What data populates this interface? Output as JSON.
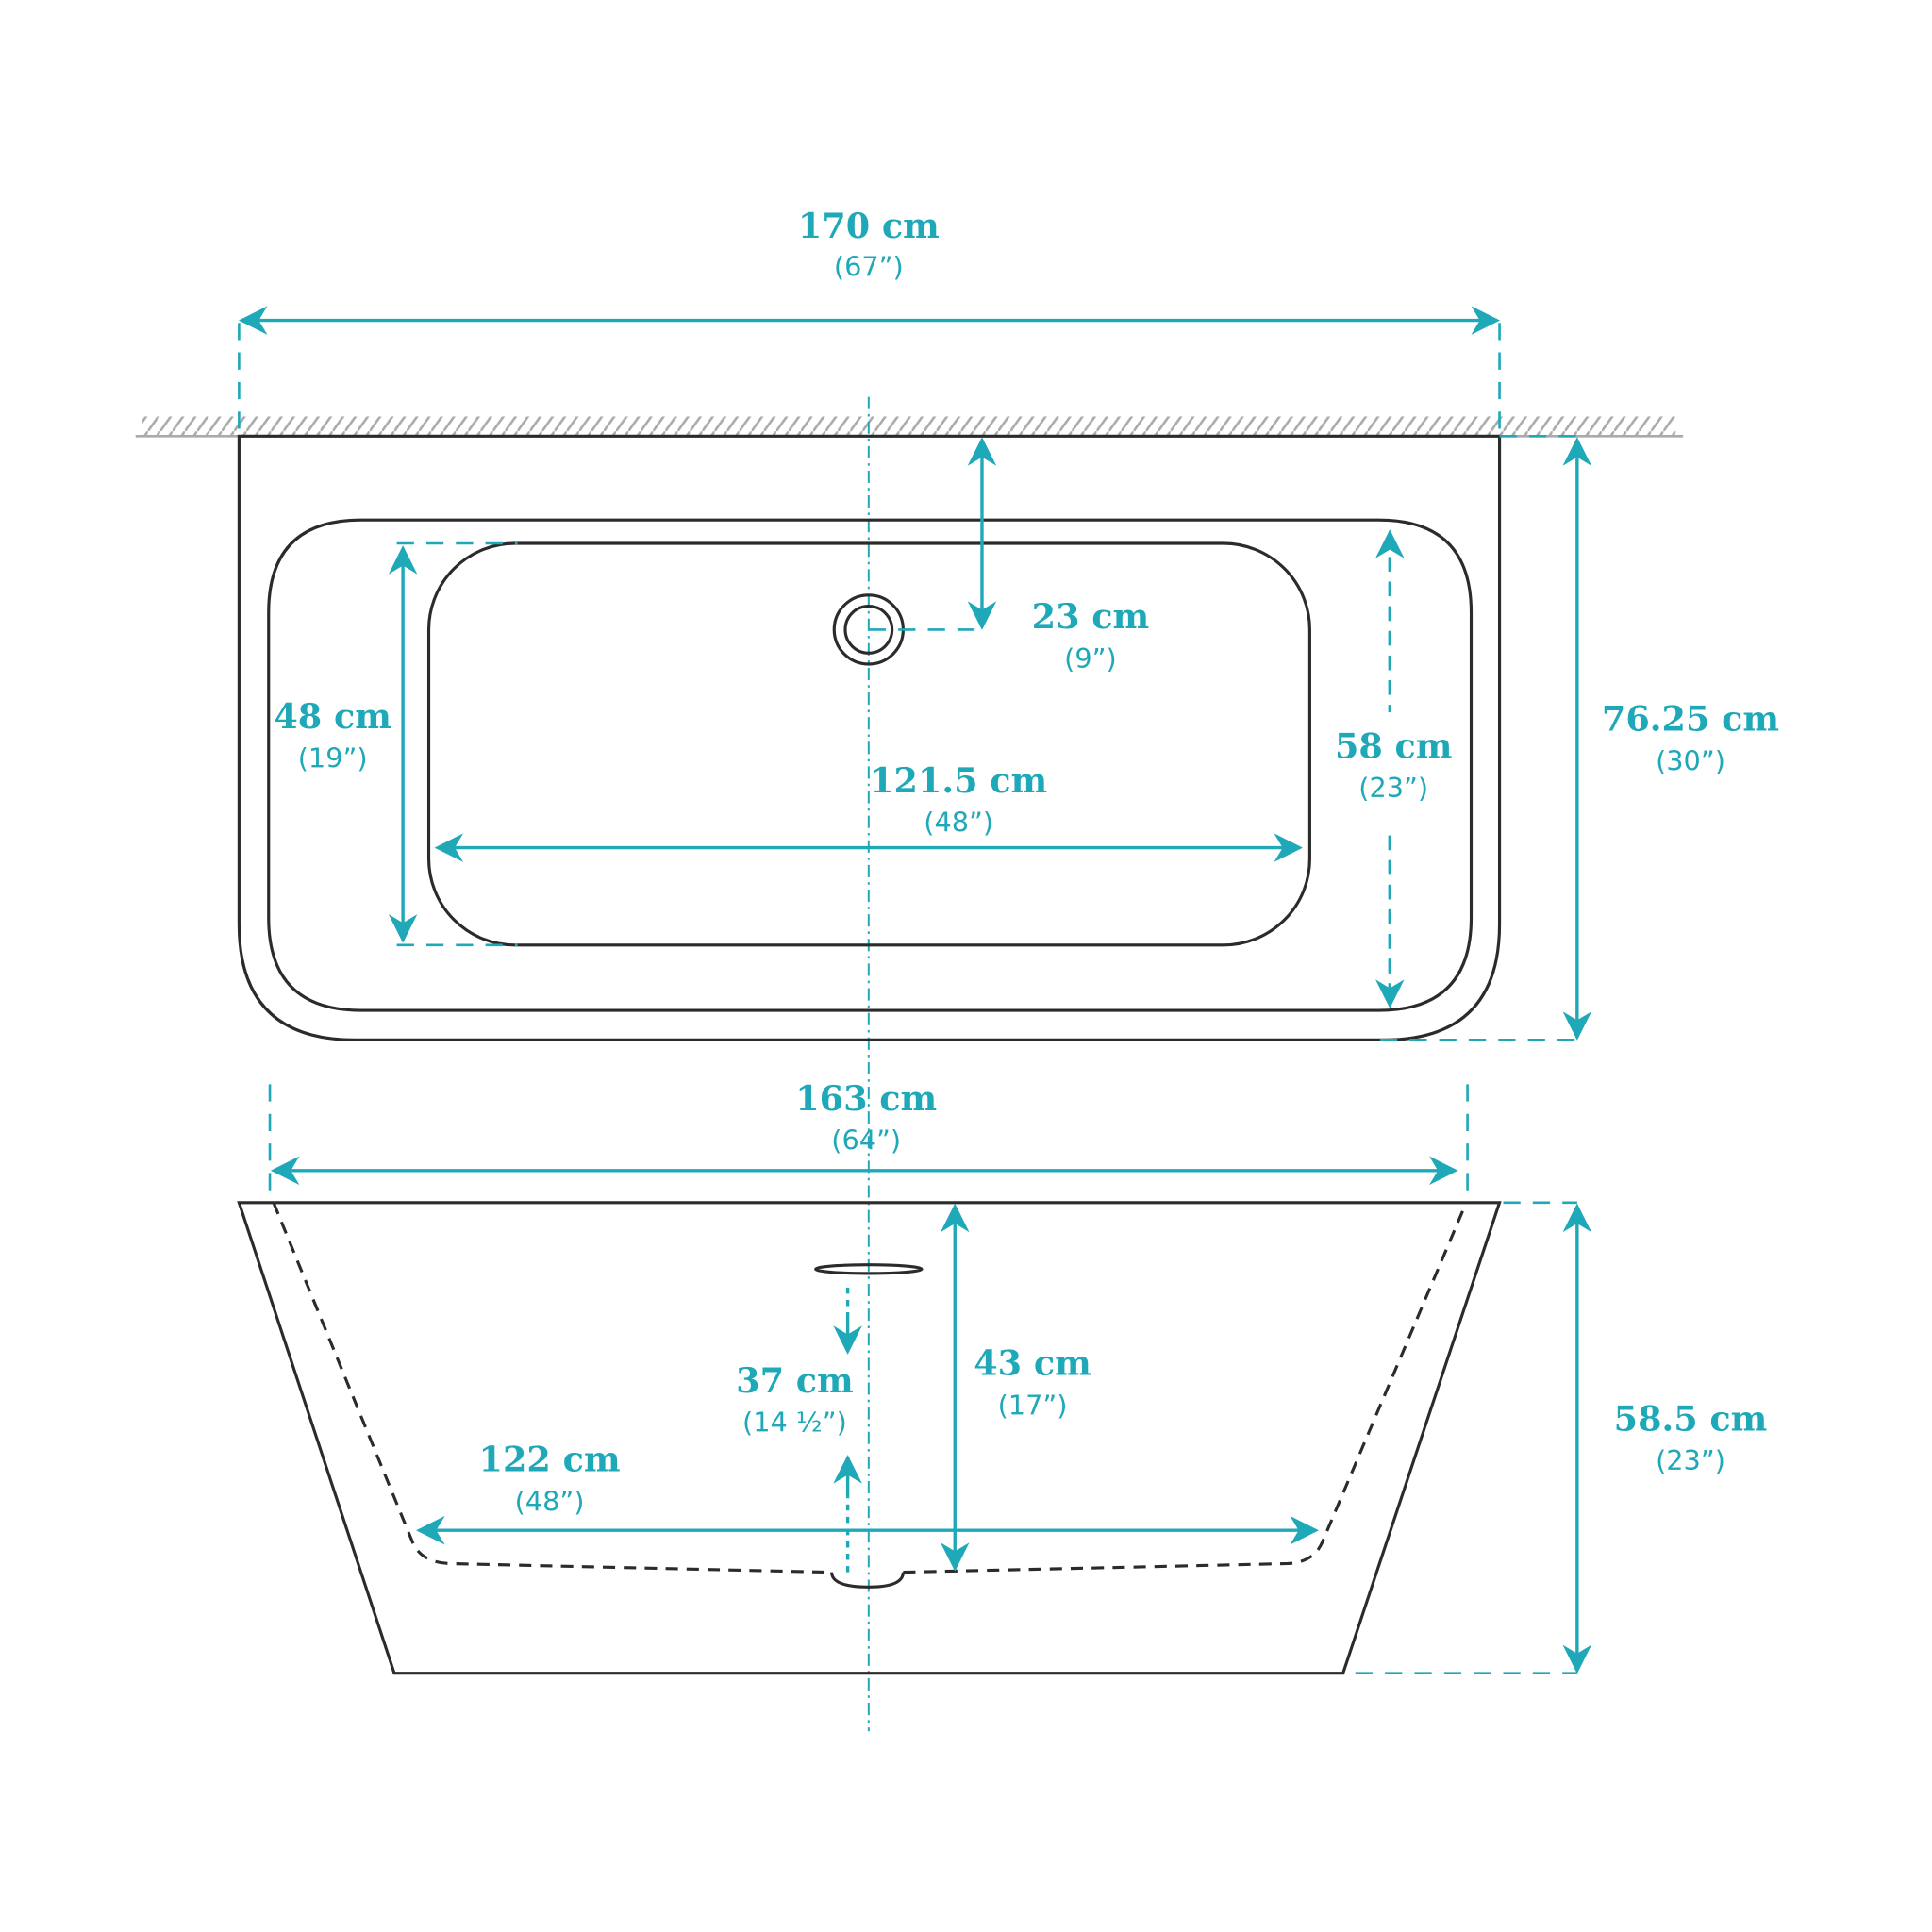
{
  "accent_color": "#1fa8b8",
  "outline_color": "#2b2b2b",
  "top_view": {
    "length": {
      "cm": "170 cm",
      "in": "(67”)"
    },
    "drain_from_wall": {
      "cm": "23 cm",
      "in": "(9”)"
    },
    "basin_width": {
      "cm": "48 cm",
      "in": "(19”)"
    },
    "basin_length": {
      "cm": "121.5 cm",
      "in": "(48”)"
    },
    "inner_width": {
      "cm": "58 cm",
      "in": "(23”)"
    },
    "depth": {
      "cm": "76.25 cm",
      "in": "(30”)"
    }
  },
  "side_view": {
    "inner_length": {
      "cm": "163 cm",
      "in": "(64”)"
    },
    "overflow_height": {
      "cm": "37 cm",
      "in": "(14 ½”)"
    },
    "inner_depth": {
      "cm": "43 cm",
      "in": "(17”)"
    },
    "bottom_length": {
      "cm": "122 cm",
      "in": "(48”)"
    },
    "height": {
      "cm": "58.5 cm",
      "in": "(23”)"
    }
  }
}
